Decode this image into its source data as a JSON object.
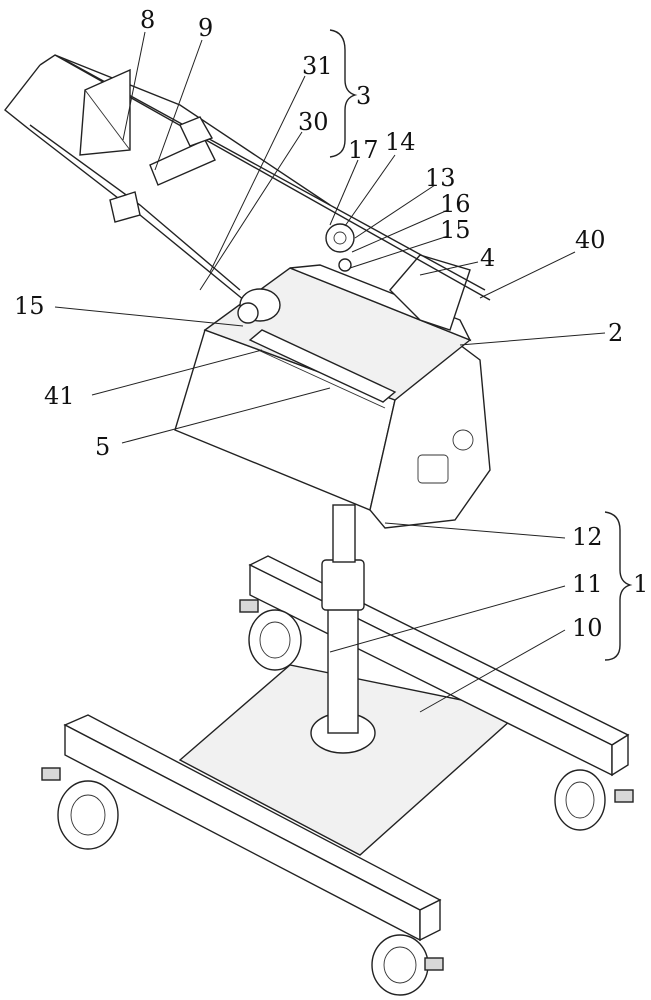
{
  "figure": {
    "labels": {
      "l8": "8",
      "l9": "9",
      "l31": "31",
      "l3": "3",
      "l30": "30",
      "l17": "17",
      "l14": "14",
      "l13": "13",
      "l16": "16",
      "l15a": "15",
      "l40": "40",
      "l4": "4",
      "l15b": "15",
      "l2": "2",
      "l41": "41",
      "l5": "5",
      "l12": "12",
      "l11": "11",
      "l1": "1",
      "l10": "10"
    }
  }
}
